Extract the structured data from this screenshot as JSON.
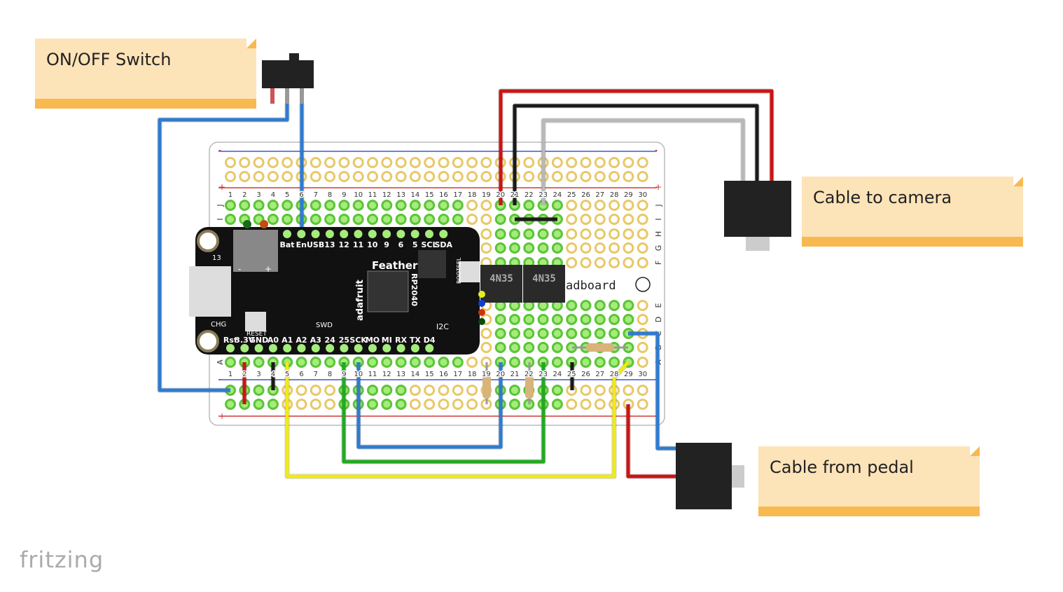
{
  "notes": {
    "switch": "ON/OFF Switch",
    "camera": "Cable to camera",
    "pedal": "Cable from pedal"
  },
  "logo": "fritzing",
  "breadboard": {
    "label": "adboard",
    "columns": [
      "1",
      "2",
      "3",
      "4",
      "5",
      "6",
      "7",
      "8",
      "9",
      "10",
      "11",
      "12",
      "13",
      "14",
      "15",
      "16",
      "17",
      "18",
      "19",
      "20",
      "21",
      "22",
      "23",
      "24",
      "25",
      "26",
      "27",
      "28",
      "29",
      "30"
    ],
    "rows_top": [
      "J",
      "I",
      "H",
      "G",
      "F"
    ],
    "rows_bottom": [
      "E",
      "D",
      "C",
      "B",
      "A"
    ],
    "rail_minus": "-",
    "rail_plus": "+"
  },
  "feather": {
    "name": "Feather",
    "brand": "adafruit",
    "chip": "RP2040",
    "top_pins": [
      "Bat",
      "En",
      "USB",
      "13",
      "12",
      "11",
      "10",
      "9",
      "6",
      "5",
      "SCL",
      "SDA"
    ],
    "bottom_pins": [
      "Rst",
      "3.3V",
      "GND",
      "A0",
      "A1",
      "A2",
      "A3",
      "24",
      "25",
      "SCK",
      "MO",
      "MI",
      "RX",
      "TX",
      "D4"
    ],
    "labels": {
      "led": "13",
      "chg": "CHG",
      "reset": "RESET",
      "swd": "SWD",
      "bootsel": "BOOTSEL",
      "i2c": "I2C",
      "minus": "-",
      "plus": "+"
    }
  },
  "optocouplers": [
    "4N35",
    "4N35"
  ],
  "wire_colors": {
    "blue": "#2f7bd0",
    "red": "#cc1414",
    "black": "#1a1a1a",
    "grey": "#b8b8b8",
    "green": "#22aa22",
    "yellow": "#f0ea16"
  }
}
